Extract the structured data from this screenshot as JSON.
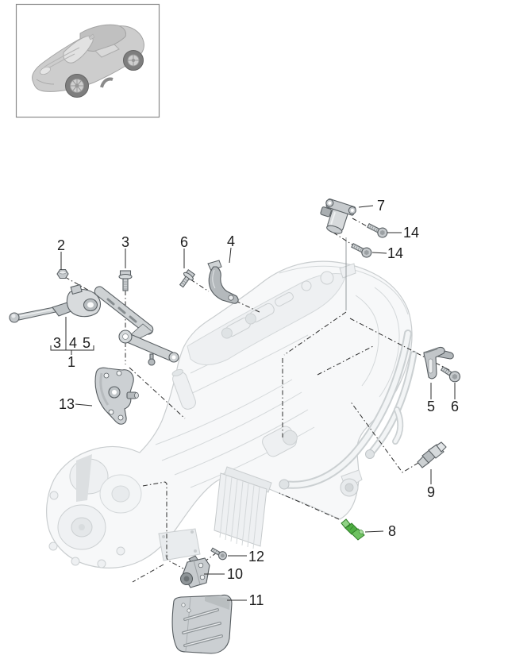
{
  "diagram": {
    "callouts": {
      "c1": "1",
      "c2": "2",
      "c3_bolt": "3",
      "c4": "4",
      "c5": "5",
      "c6_left": "6",
      "c6_right": "6",
      "c7": "7",
      "c8": "8",
      "c9": "9",
      "c10": "10",
      "c11": "11",
      "c12": "12",
      "c13": "13",
      "c14_upper": "14",
      "c14_lower": "14",
      "group_3": "3",
      "group_4": "4",
      "group_5": "5"
    },
    "highlighted_part": {
      "callout": "8",
      "color": "#4fae43"
    }
  },
  "icons": {
    "car_thumbnail": "sports-car-3quarter-view"
  }
}
